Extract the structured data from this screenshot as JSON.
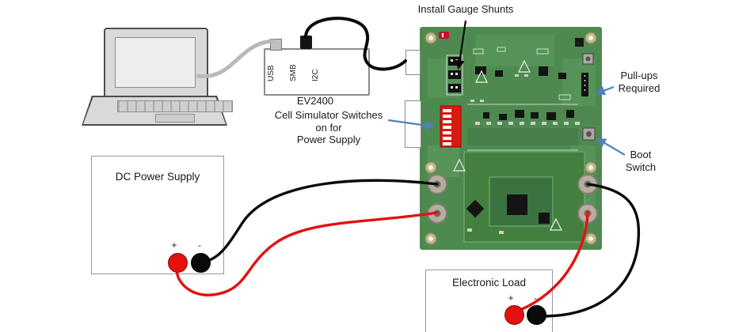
{
  "annotations": {
    "install_gauge_shunts": "Install Gauge Shunts",
    "pull_ups": {
      "line1": "Pull-ups",
      "line2": "Required"
    },
    "boot_switch": {
      "line1": "Boot",
      "line2": "Switch"
    },
    "cell_simulator": {
      "line1": "Cell Simulator Switches",
      "line2": "on for",
      "line3": "Power Supply"
    }
  },
  "ev2400": {
    "label": "EV2400",
    "ports": [
      "USB",
      "SMB",
      "I2C"
    ]
  },
  "dc_power_supply": {
    "title": "DC Power Supply",
    "plus_label": "+",
    "minus_label": "-"
  },
  "electronic_load": {
    "title": "Electronic Load",
    "plus_label": "+",
    "minus_label": "-"
  },
  "colors": {
    "arrow_blue": "#4f81bd",
    "wire_red": "#e51010",
    "wire_black": "#0a0a0a",
    "cable_gray": "#b9b9b9",
    "board_green": "#4e8a50",
    "dip_switch_red": "#d81a10",
    "terminal_red": "#e51010",
    "terminal_black": "#0a0a0a"
  }
}
